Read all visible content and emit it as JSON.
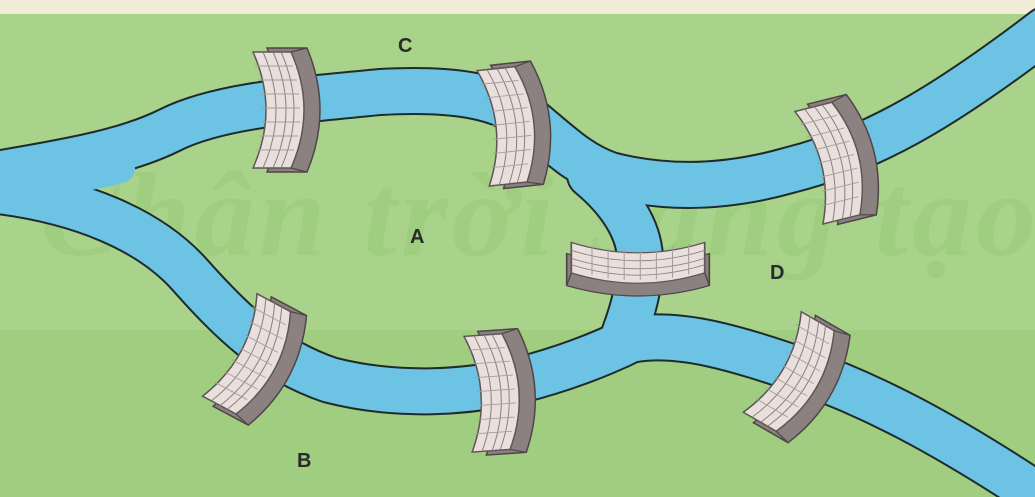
{
  "regions": {
    "a": "A",
    "b": "B",
    "c": "C",
    "d": "D"
  },
  "colors": {
    "land": "#a9d38a",
    "land_shade": "#9cc97c",
    "river": "#6cc3e3",
    "riverbank": "#1f2b2b",
    "bridge_face": "#e9dfdd",
    "bridge_side": "#8c8181",
    "bridge_dark": "#5e5555",
    "watermark": "#8fc56f",
    "top_strip": "#f3ecd9"
  },
  "bridge_count": 7
}
